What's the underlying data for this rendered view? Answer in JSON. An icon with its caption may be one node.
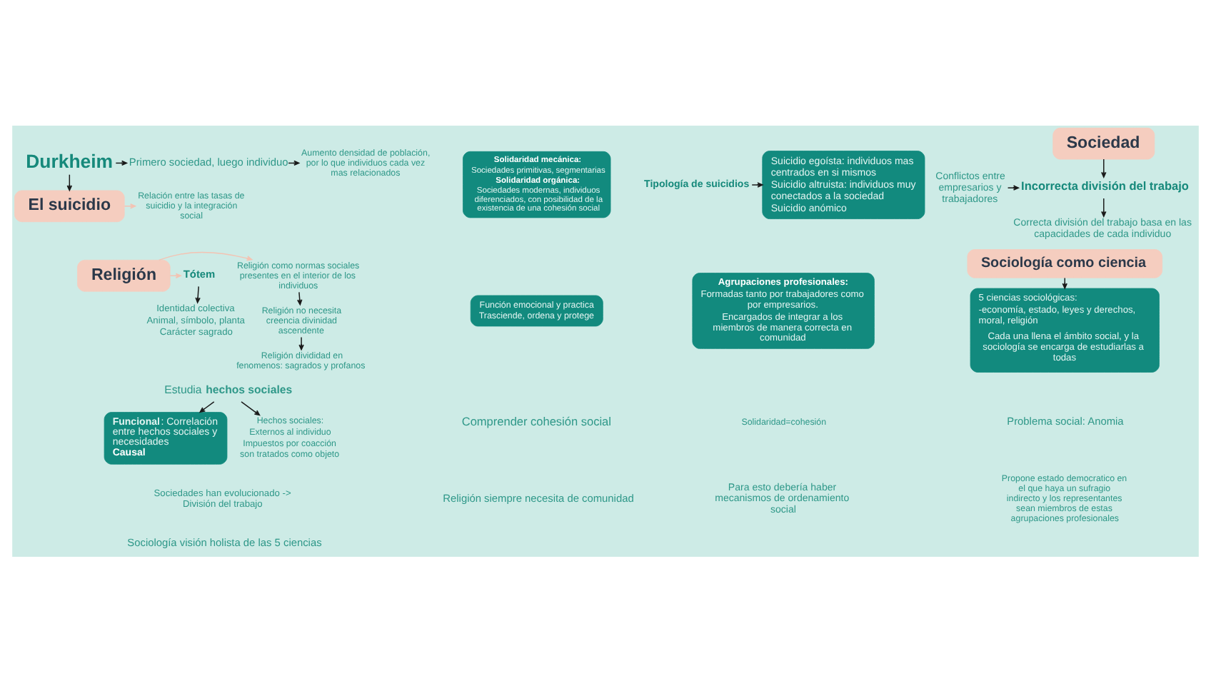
{
  "diagram": {
    "nodes": [
      {
        "text": [
          "Durkheim"
        ]
      },
      {
        "text": [
          "Primero sociedad, luego individuo"
        ]
      },
      {
        "text": [
          "Aumento densidad de población, por lo que individuos cada vez mas relacionados"
        ]
      },
      {
        "text": [
          "Solidaridad mecánica:",
          "Sociedades primitivas, segmentarias",
          "Solidaridad orgánica:",
          "Sociedades modernas, individuos diferenciados, con posibilidad de la existencia de una cohesión social"
        ]
      },
      {
        "text": [
          "El suicidio"
        ]
      },
      {
        "text": [
          "Relación entre las tasas de suicidio y la integración social"
        ]
      },
      {
        "text": [
          "Tipología de suicidios"
        ]
      },
      {
        "text": [
          "Suicidio egoísta: individuos mas centrados en si mismos",
          "Suicidio altruista: individuos muy conectados a la sociedad",
          "Suicidio anómico"
        ]
      },
      {
        "text": [
          "Sociedad"
        ]
      },
      {
        "text": [
          "Religión no necesita creencia divinidad ascendente"
        ]
      },
      {
        "text": [
          "Conflictos entre empresarios y trabajadores"
        ]
      },
      {
        "text": [
          "Incorrecta división del trabajo"
        ]
      },
      {
        "text": [
          "Religión"
        ]
      },
      {
        "text": [
          "Religión como normas sociales presentes en el interior de los individuos"
        ]
      },
      {
        "text": [
          "Religión divididad en fenomenos: sagrados y profanos"
        ]
      },
      {
        "text": [
          "Tótem"
        ]
      },
      {
        "text": [
          "Correcta división del trabajo basa en las capacidades de cada individuo"
        ]
      },
      {
        "text": [
          "Identidad colectiva",
          "Animal, símbolo, planta",
          "Carácter sagrado"
        ]
      },
      {
        "text": [
          "Función emocional y practica",
          "Trasciende, ordena y protege"
        ]
      },
      {
        "text": [
          "Agrupaciones profesionales:",
          "Formadas tanto por trabajadores como por empresarios.",
          "Encargados de integrar a los miembros de manera correcta en comunidad"
        ]
      },
      {
        "text": [
          "Sociología como ciencia"
        ]
      },
      {
        "text": [
          "5 ciencias sociológicas:",
          "-economía, estado, leyes y derechos, moral, religión",
          "Cada una llena el ámbito social, y la sociología se encarga de estudiarlas a todas"
        ]
      },
      {
        "text": [
          "Estudia **hechos sociales**"
        ]
      },
      {
        "text": [
          "**Funcional**: Correlación entre hechos sociales y necesidades",
          "Causal"
        ]
      },
      {
        "text": [
          "Hechos sociales:",
          "Externos al individuo",
          "Impuestos por coacción",
          "son tratados como objeto"
        ]
      }
    ],
    "edges": [
      {
        "from": 0,
        "to": 1,
        "arrow": "to"
      },
      {
        "from": 0,
        "to": 4,
        "arrow": "to"
      },
      {
        "from": 1,
        "to": 2,
        "arrow": "to"
      },
      {
        "from": 4,
        "to": 5,
        "arrow": "to",
        "color": "#f3c3b3"
      },
      {
        "from": 6,
        "to": 7,
        "arrow": "to"
      },
      {
        "from": 8,
        "to": 11,
        "arrow": "to"
      },
      {
        "from": 10,
        "to": 11,
        "arrow": "to"
      },
      {
        "from": 11,
        "to": 16,
        "arrow": "to"
      },
      {
        "from": 12,
        "to": 13,
        "arrow": "to",
        "color": "#f3c3b3"
      },
      {
        "from": 12,
        "to": 15,
        "arrow": "to",
        "color": "#f3c3b3"
      },
      {
        "from": 13,
        "to": 9,
        "arrow": "to"
      },
      {
        "from": 9,
        "to": 14,
        "arrow": "to"
      },
      {
        "from": 15,
        "to": 17,
        "arrow": "to"
      },
      {
        "from": 20,
        "to": 21,
        "arrow": "to"
      },
      {
        "from": 22,
        "to": 23,
        "arrow": "to"
      },
      {
        "from": 22,
        "to": 24,
        "arrow": "to"
      }
    ],
    "labels": [
      "Comprender cohesión social",
      "Solidaridad=cohesión",
      "Problema social: Anomia",
      "Sociedades han evolucionado -> División del trabajo",
      "Religión siempre necesita de comunidad",
      "Para esto debería haber mecanismos de ordenamiento social",
      "Propone estado democratico en el que haya un sufragio indirecto y los representantes sean miembros de estas agrupaciones profesionales",
      "Sociología visión holista de las 5 ciencias"
    ]
  }
}
